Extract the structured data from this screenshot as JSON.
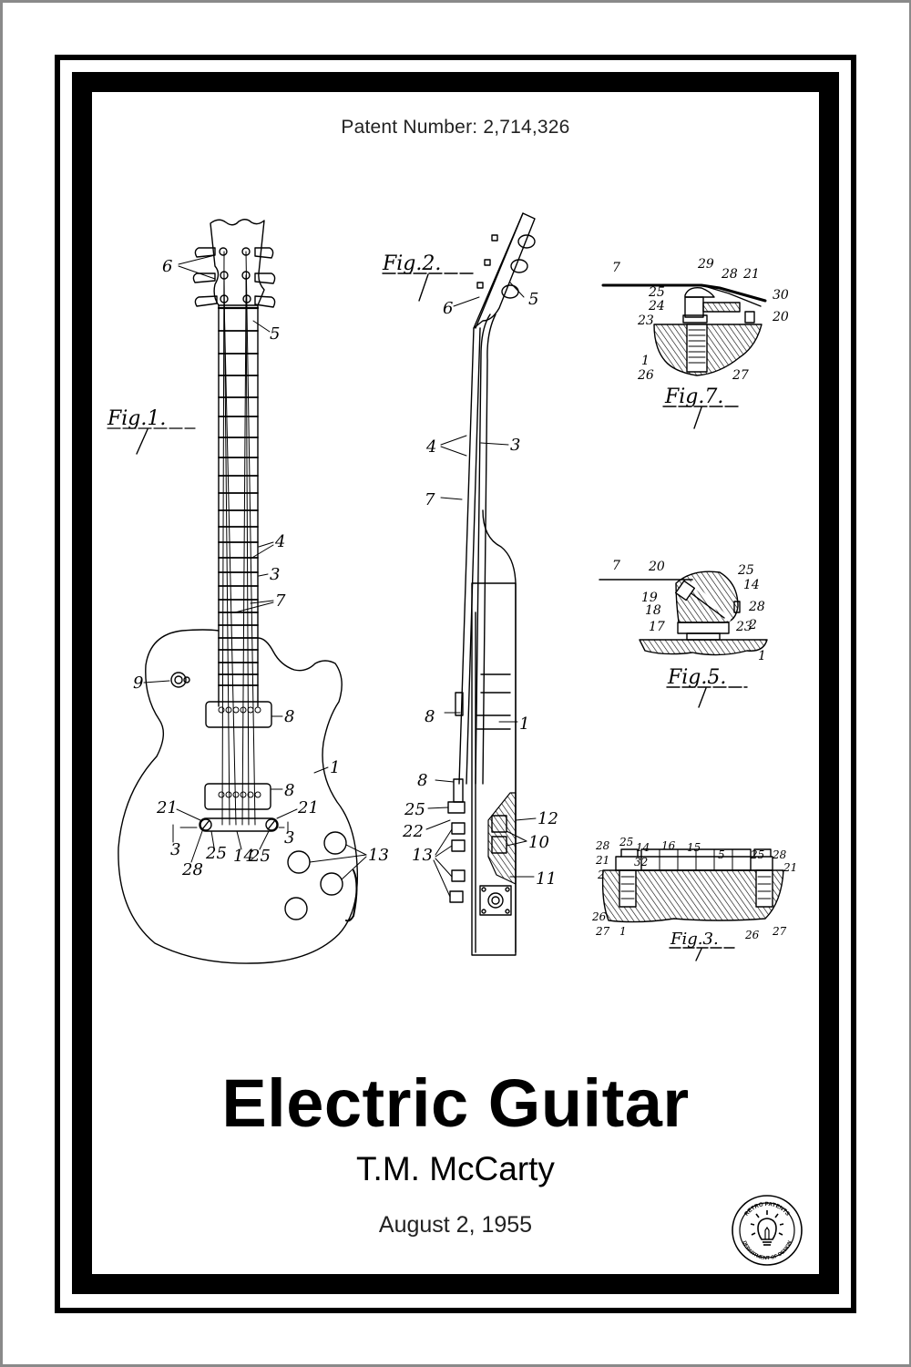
{
  "poster": {
    "patent_number_label": "Patent Number:",
    "patent_number_value": "2,714,326",
    "patent_number_text": "Patent Number:  2,714,326",
    "title": "Electric Guitar",
    "inventor": "T.M. McCarty",
    "date": "August 2, 1955"
  },
  "figures": [
    {
      "id": "fig1",
      "label": "Fig.1.",
      "description": "Front view of solid-body electric guitar",
      "reference_numbers": [
        "6",
        "5",
        "4",
        "3",
        "7",
        "9",
        "8",
        "8",
        "1",
        "21",
        "21",
        "3",
        "3",
        "28",
        "25",
        "14",
        "25",
        "13"
      ]
    },
    {
      "id": "fig2",
      "label": "Fig.2.",
      "description": "Side view of guitar",
      "reference_numbers": [
        "6",
        "5",
        "4",
        "3",
        "7",
        "8",
        "1",
        "8",
        "25",
        "22",
        "12",
        "10",
        "13",
        "11"
      ]
    },
    {
      "id": "fig7",
      "label": "Fig.7.",
      "description": "Bridge anchor detail cross-section",
      "reference_numbers": [
        "7",
        "29",
        "28",
        "21",
        "25",
        "24",
        "30",
        "23",
        "20",
        "1",
        "26",
        "27"
      ]
    },
    {
      "id": "fig5",
      "label": "Fig.5.",
      "description": "Bridge saddle cross-section",
      "reference_numbers": [
        "7",
        "20",
        "25",
        "19",
        "14",
        "18",
        "28",
        "17",
        "23",
        "2",
        "1"
      ]
    },
    {
      "id": "fig3",
      "label": "Fig.3.",
      "description": "Bridge assembly longitudinal section",
      "reference_numbers": [
        "28",
        "25",
        "14",
        "16",
        "15",
        "5",
        "25",
        "28",
        "21",
        "2",
        "32",
        "21",
        "26",
        "27",
        "1",
        "26",
        "27"
      ]
    }
  ],
  "seal": {
    "top_text": "RETRO PATENTS",
    "bottom_text": "DEPARTMENT OF DESIGN",
    "icon": "lightbulb-icon"
  },
  "colors": {
    "ink": "#000000",
    "paper": "#ffffff",
    "outer_border": "#8a8a8a"
  }
}
